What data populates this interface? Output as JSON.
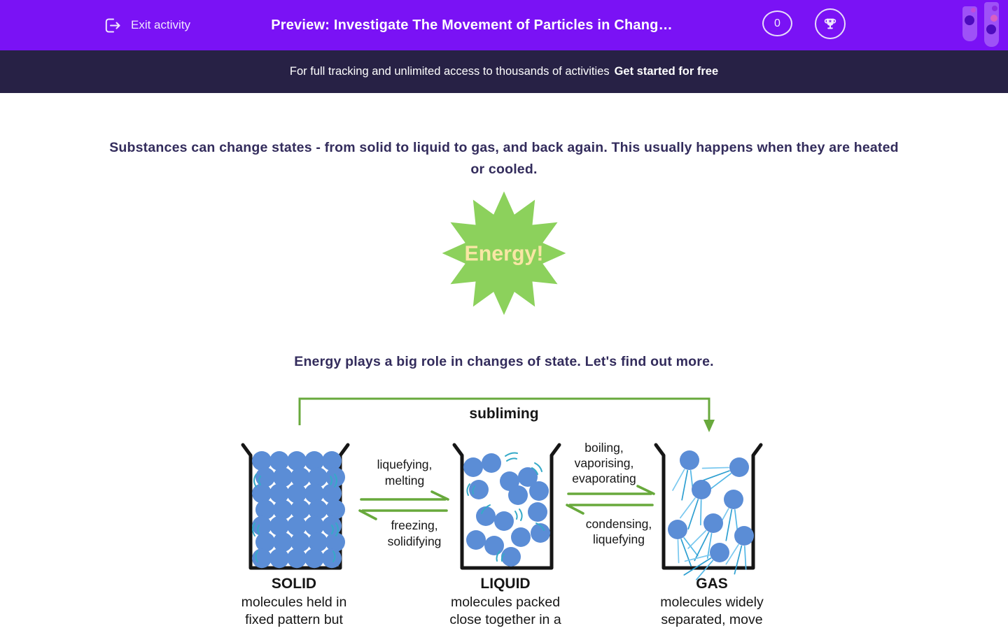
{
  "header": {
    "exit_label": "Exit activity",
    "title": "Preview: Investigate The Movement of Particles in Chang…",
    "score_badge": "0"
  },
  "banner": {
    "message": "For full tracking and unlimited access to thousands of activities",
    "cta_label": "Get started for free"
  },
  "content": {
    "intro": "Substances can change states - from solid to liquid to gas, and back again. This usually happens when they are heated or cooled.",
    "energy_label": "Energy!",
    "followup": "Energy plays a big role in changes of state. Let's find out more."
  },
  "diagram": {
    "subliming_label": "subliming",
    "solid_to_liquid": [
      "liquefying,",
      "melting"
    ],
    "liquid_to_solid": [
      "freezing,",
      "solidifying"
    ],
    "liquid_to_gas": [
      "boiling,",
      "vaporising,",
      "evaporating"
    ],
    "gas_to_liquid": [
      "condensing,",
      "liquefying"
    ],
    "states": [
      {
        "name": "SOLID",
        "line1": "molecules held in",
        "line2": "fixed pattern but"
      },
      {
        "name": "LIQUID",
        "line1": "molecules packed",
        "line2": "close together in a"
      },
      {
        "name": "GAS",
        "line1": "molecules widely",
        "line2": "separated, move"
      }
    ]
  },
  "colors": {
    "header_purple": "#7A12F5",
    "banner_navy": "#272145",
    "text_navy": "#332C5C",
    "star_green": "#8CD15C",
    "energy_cream": "#F8E6A4",
    "molecule_blue": "#5B8DD6",
    "arrow_green": "#68A93C",
    "motion_teal": "#35AAC8",
    "diagram_ink": "#161616"
  }
}
